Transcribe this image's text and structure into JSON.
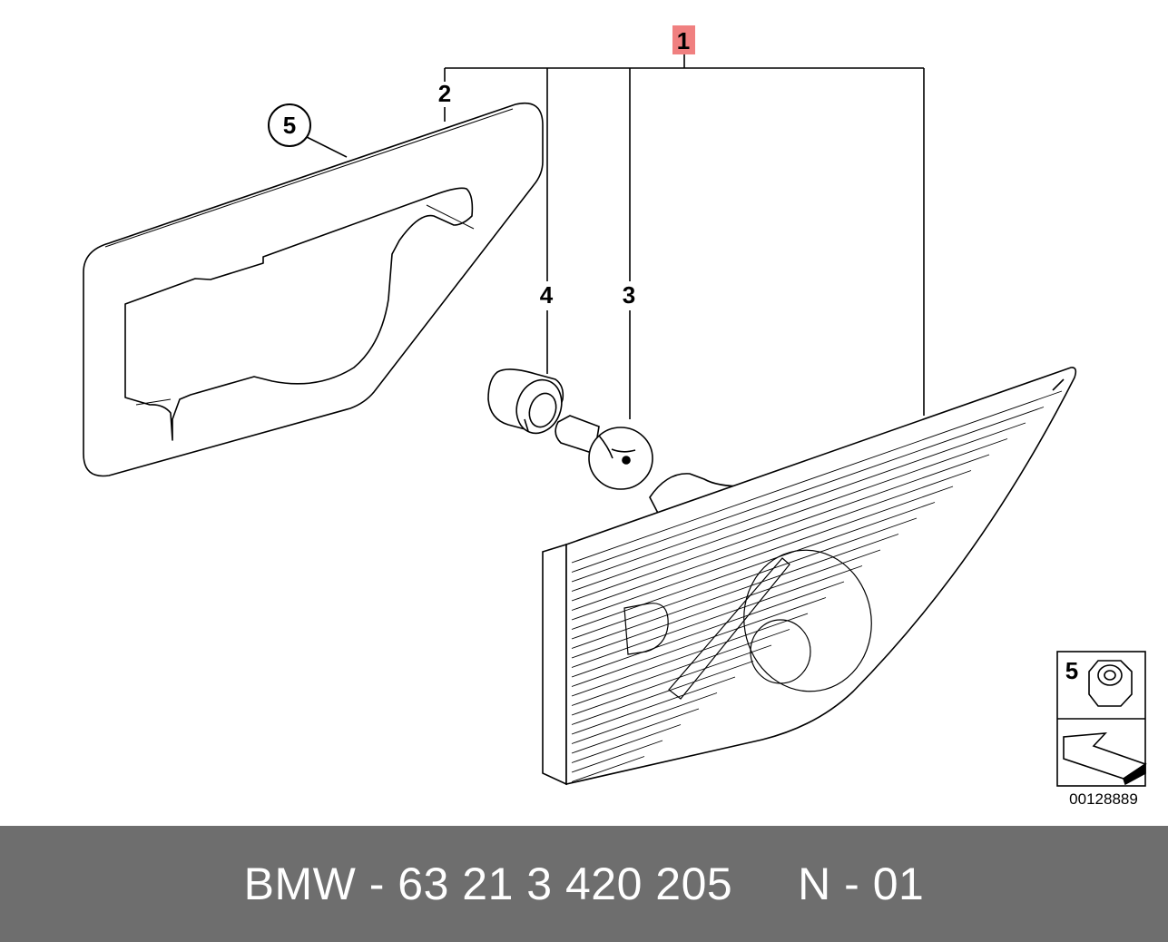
{
  "diagram": {
    "callouts": {
      "main": "1",
      "gasket": "2",
      "bulb": "3",
      "bulb_socket": "4",
      "nut": "5"
    },
    "legend_callout": "5",
    "diagram_id": "00128889",
    "highlight_color": "#f08080"
  },
  "footer": {
    "part_number_text": "BMW - 63 21 3 420 205     N - 01",
    "background_color": "#6e6e6e"
  }
}
